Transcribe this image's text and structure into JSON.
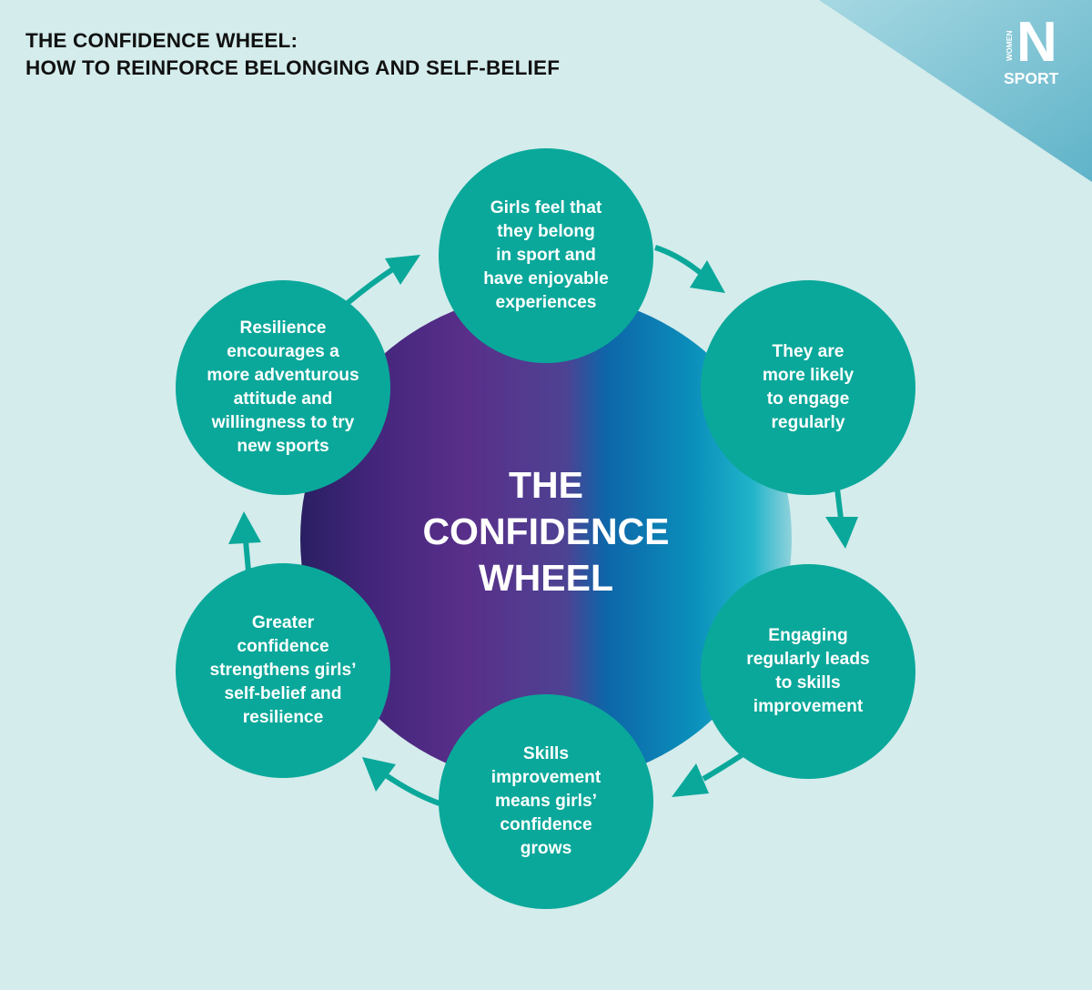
{
  "title": {
    "line1": "THE CONFIDENCE WHEEL:",
    "line2": "HOW TO REINFORCE BELONGING AND SELF-BELIEF"
  },
  "logo": {
    "small": "WOMEN",
    "big": "N",
    "sport": "SPORT"
  },
  "hub": {
    "lines": [
      "THE",
      "CONFIDENCE",
      "WHEEL"
    ]
  },
  "steps": [
    {
      "lines": [
        "Girls feel that",
        "they belong",
        "in sport and",
        "have enjoyable",
        "experiences"
      ]
    },
    {
      "lines": [
        "They are",
        "more likely",
        "to engage",
        "regularly"
      ]
    },
    {
      "lines": [
        "Engaging",
        "regularly leads",
        "to skills",
        "improvement"
      ]
    },
    {
      "lines": [
        "Skills",
        "improvement",
        "means girls’",
        "confidence",
        "grows"
      ]
    },
    {
      "lines": [
        "Greater",
        "confidence",
        "strengthens girls’",
        "self-belief and",
        "resilience"
      ]
    },
    {
      "lines": [
        "Resilience",
        "encourages a",
        "more adventurous",
        "attitude and",
        "willingness to try",
        "new sports"
      ]
    }
  ],
  "colors": {
    "background": "#d4ecec",
    "node": "#0aa89a",
    "arrow": "#0aa89a",
    "corner": "#6fbcd0",
    "hub_left": "#2a1f63",
    "hub_right": "#8fd2db"
  }
}
